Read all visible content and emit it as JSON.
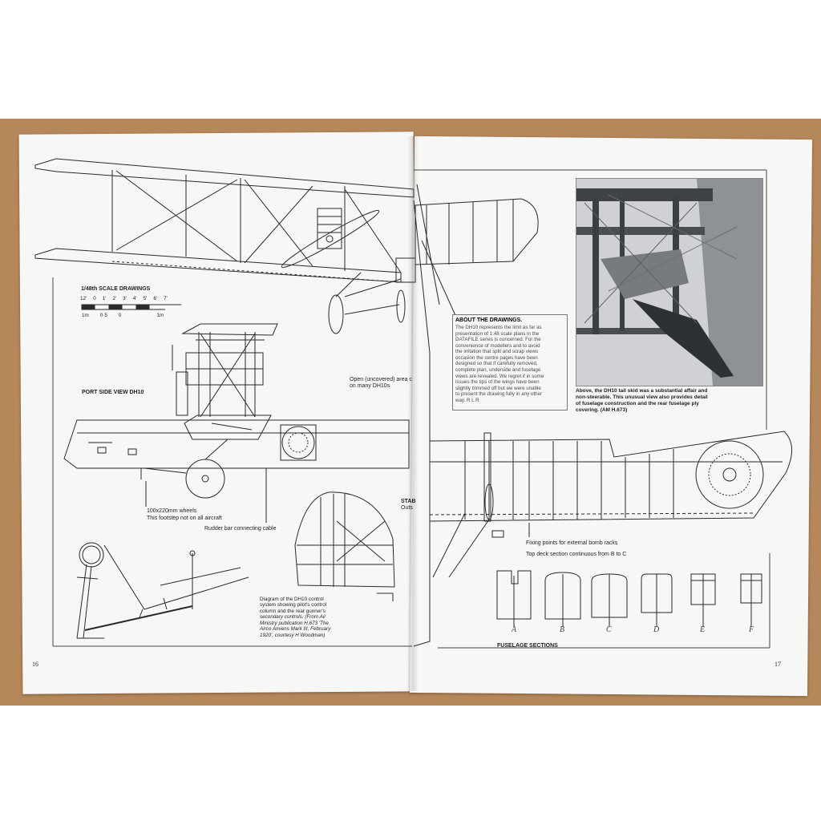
{
  "left_page": {
    "scale_title": "1/48th SCALE DRAWINGS",
    "scale_ft_labels": [
      "12'",
      "0",
      "1'",
      "2'",
      "3'",
      "4'",
      "5'",
      "6'",
      "7'"
    ],
    "scale_m_labels": [
      "1m",
      "0·5",
      "0",
      "1m"
    ],
    "view_title": "PORT SIDE VIEW DH10",
    "open_note": [
      "Open (uncovered) area c",
      "on many DH10s"
    ],
    "wheels_note": "100x220mm wheels",
    "footstep_note": "This footstep not on all aircraft",
    "rudder_note": "Rudder bar connecting cable",
    "control_caption": [
      "Diagram of the DH10 control",
      "system showing pilot's control",
      "column and the rear gunner's",
      "secondary controls. (From Air",
      "Ministry publication H.673 'The",
      "Airco Amiens Mark III, February",
      "1920', courtesy H Woodman)"
    ],
    "stab_label": [
      "STAB",
      "Outs"
    ],
    "page_number": "16"
  },
  "right_page": {
    "about_title": "ABOUT THE DRAWINGS.",
    "about_lines": [
      "The DH10 represents the limit as far as",
      "presentation of 1:48 scale plans in the",
      "DATAFILE series is concerned. For the",
      "convenience of modellers and to avoid",
      "the irritation that split and scrap views",
      "occasion the centre pages have been",
      "designed so that if carefully removed,",
      "complete plan, underside and fuselage",
      "views are revealed. We regret if in some",
      "issues the tips of the wings have been",
      "slightly trimmed off but we were unable",
      "to present the drawing fully in any other",
      "way. R L R"
    ],
    "photo_caption": [
      "Above, the DH10 tail skid was a substantial affair and",
      "non-steerable. This unusual view also provides detail",
      "of fuselage construction and the rear fuselage ply",
      "covering. (AM H.673)"
    ],
    "fixing_note": "Fixing points for external bomb racks",
    "top_deck_note": "Top deck section continuous from B to C",
    "section_letters": [
      "A",
      "B",
      "C",
      "D",
      "E",
      "F"
    ],
    "sections_title": "FUSELAGE SECTIONS",
    "page_number": "17"
  },
  "colors": {
    "wood_table": "#b5875a",
    "paper": "#f7f7f5",
    "ink": "#1e1e1e"
  }
}
